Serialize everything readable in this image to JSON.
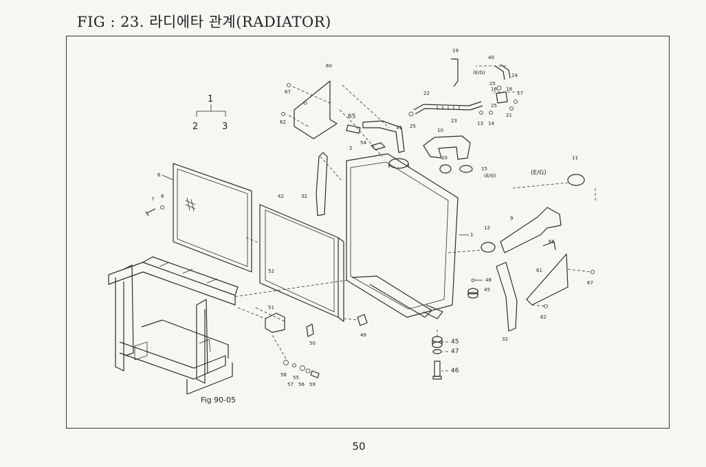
{
  "page": {
    "title": "FIG : 23. 라디에타 관계(RADIATOR)",
    "page_number": "50"
  },
  "diagram": {
    "assembly": {
      "top": "1",
      "left": "2",
      "right": "3"
    },
    "callouts": {
      "p1": "1",
      "p2": "2",
      "p6": "6",
      "p7": "7",
      "p8": "8",
      "p9": "9",
      "p10": "10",
      "p11": "11",
      "p12": "12",
      "p13": "13",
      "p14": "14",
      "p15": "15",
      "p16": "16",
      "p17": "17",
      "p18": "18",
      "p19": "19",
      "p20": "20",
      "p21": "21",
      "p22": "22",
      "p23": "23",
      "p24": "24",
      "p25a": "25",
      "p25b": "25",
      "p25c": "25",
      "p31": "31",
      "p32a": "32",
      "p32b": "32",
      "p40": "40",
      "p42": "42",
      "p45a": "45",
      "p45b": "45",
      "p46": "46",
      "p47": "47",
      "p48": "48",
      "p49": "49",
      "p50": "50",
      "p51": "51",
      "p52": "52",
      "p54": "54",
      "p55": "55",
      "p56": "56",
      "p57": "57",
      "p58": "58",
      "p59": "59",
      "p60": "60",
      "p61": "61",
      "p62a": "62",
      "p62b": "62",
      "p65": "65",
      "p66": "66",
      "p67a": "67",
      "p67b": "67"
    },
    "eg_labels": {
      "top": "(E/G)",
      "hose": "(E/G)",
      "right": "(E/G)"
    },
    "ref_note": "Fig 90-05"
  }
}
